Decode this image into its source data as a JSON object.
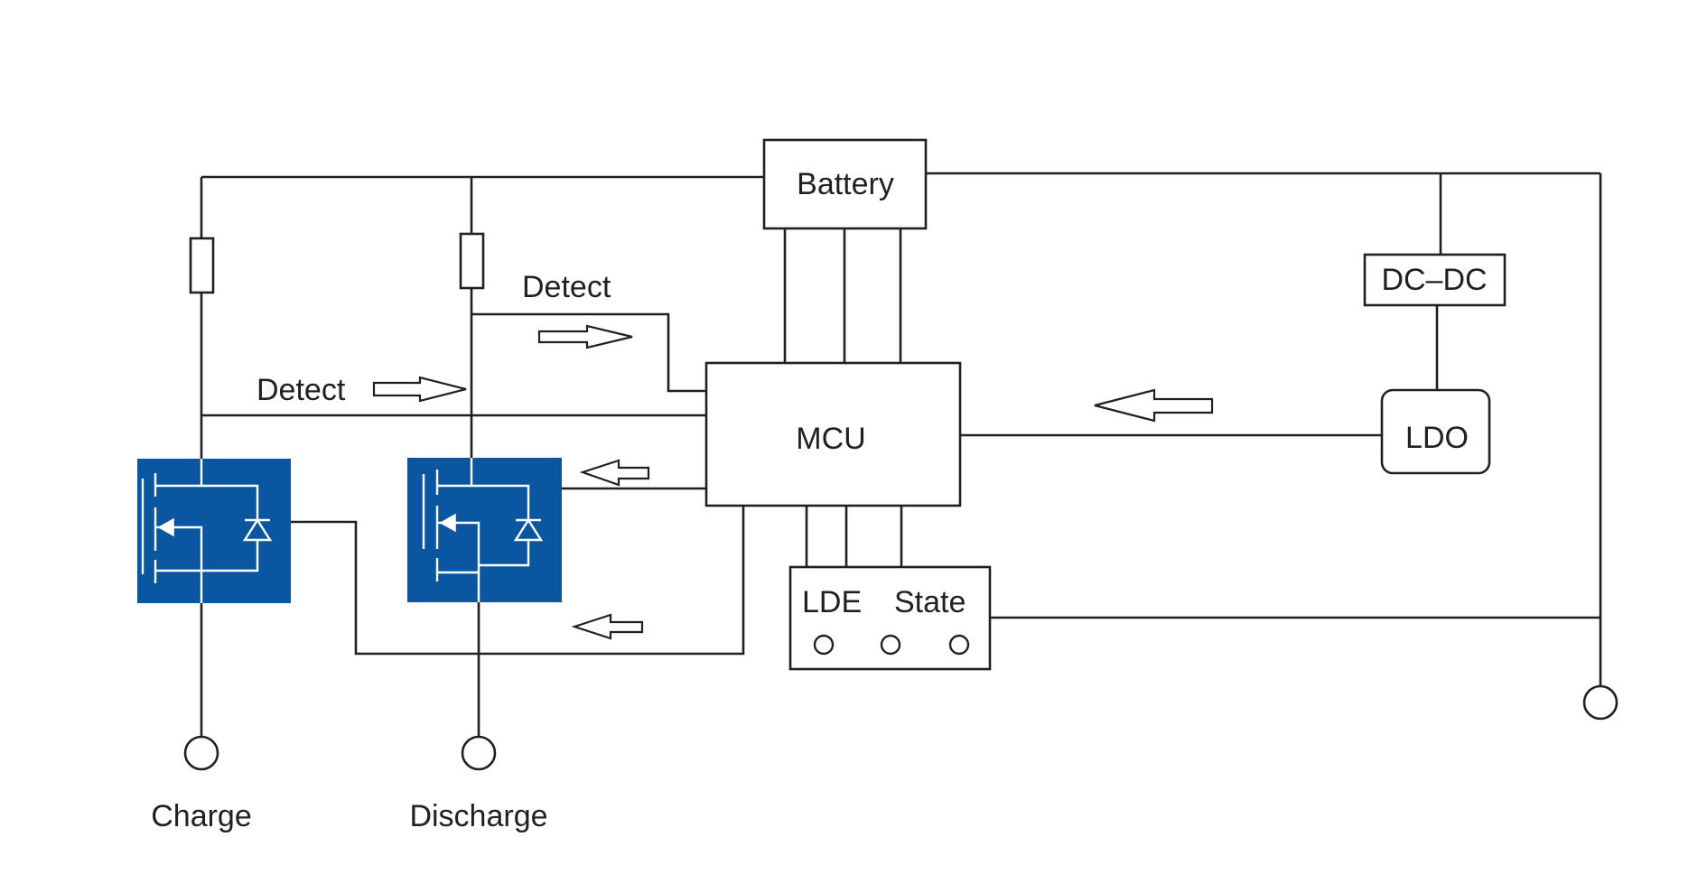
{
  "blocks": {
    "battery": "Battery",
    "mcu": "MCU",
    "dcdc": "DC–DC",
    "ldo": "LDO",
    "led_label": "LDE",
    "state_label": "State"
  },
  "signals": {
    "detect_upper": "Detect",
    "detect_lower": "Detect"
  },
  "terminals": {
    "charge": "Charge",
    "discharge": "Discharge"
  },
  "colors": {
    "mosfet_fill": "#0a56a0",
    "line": "#231f20"
  }
}
